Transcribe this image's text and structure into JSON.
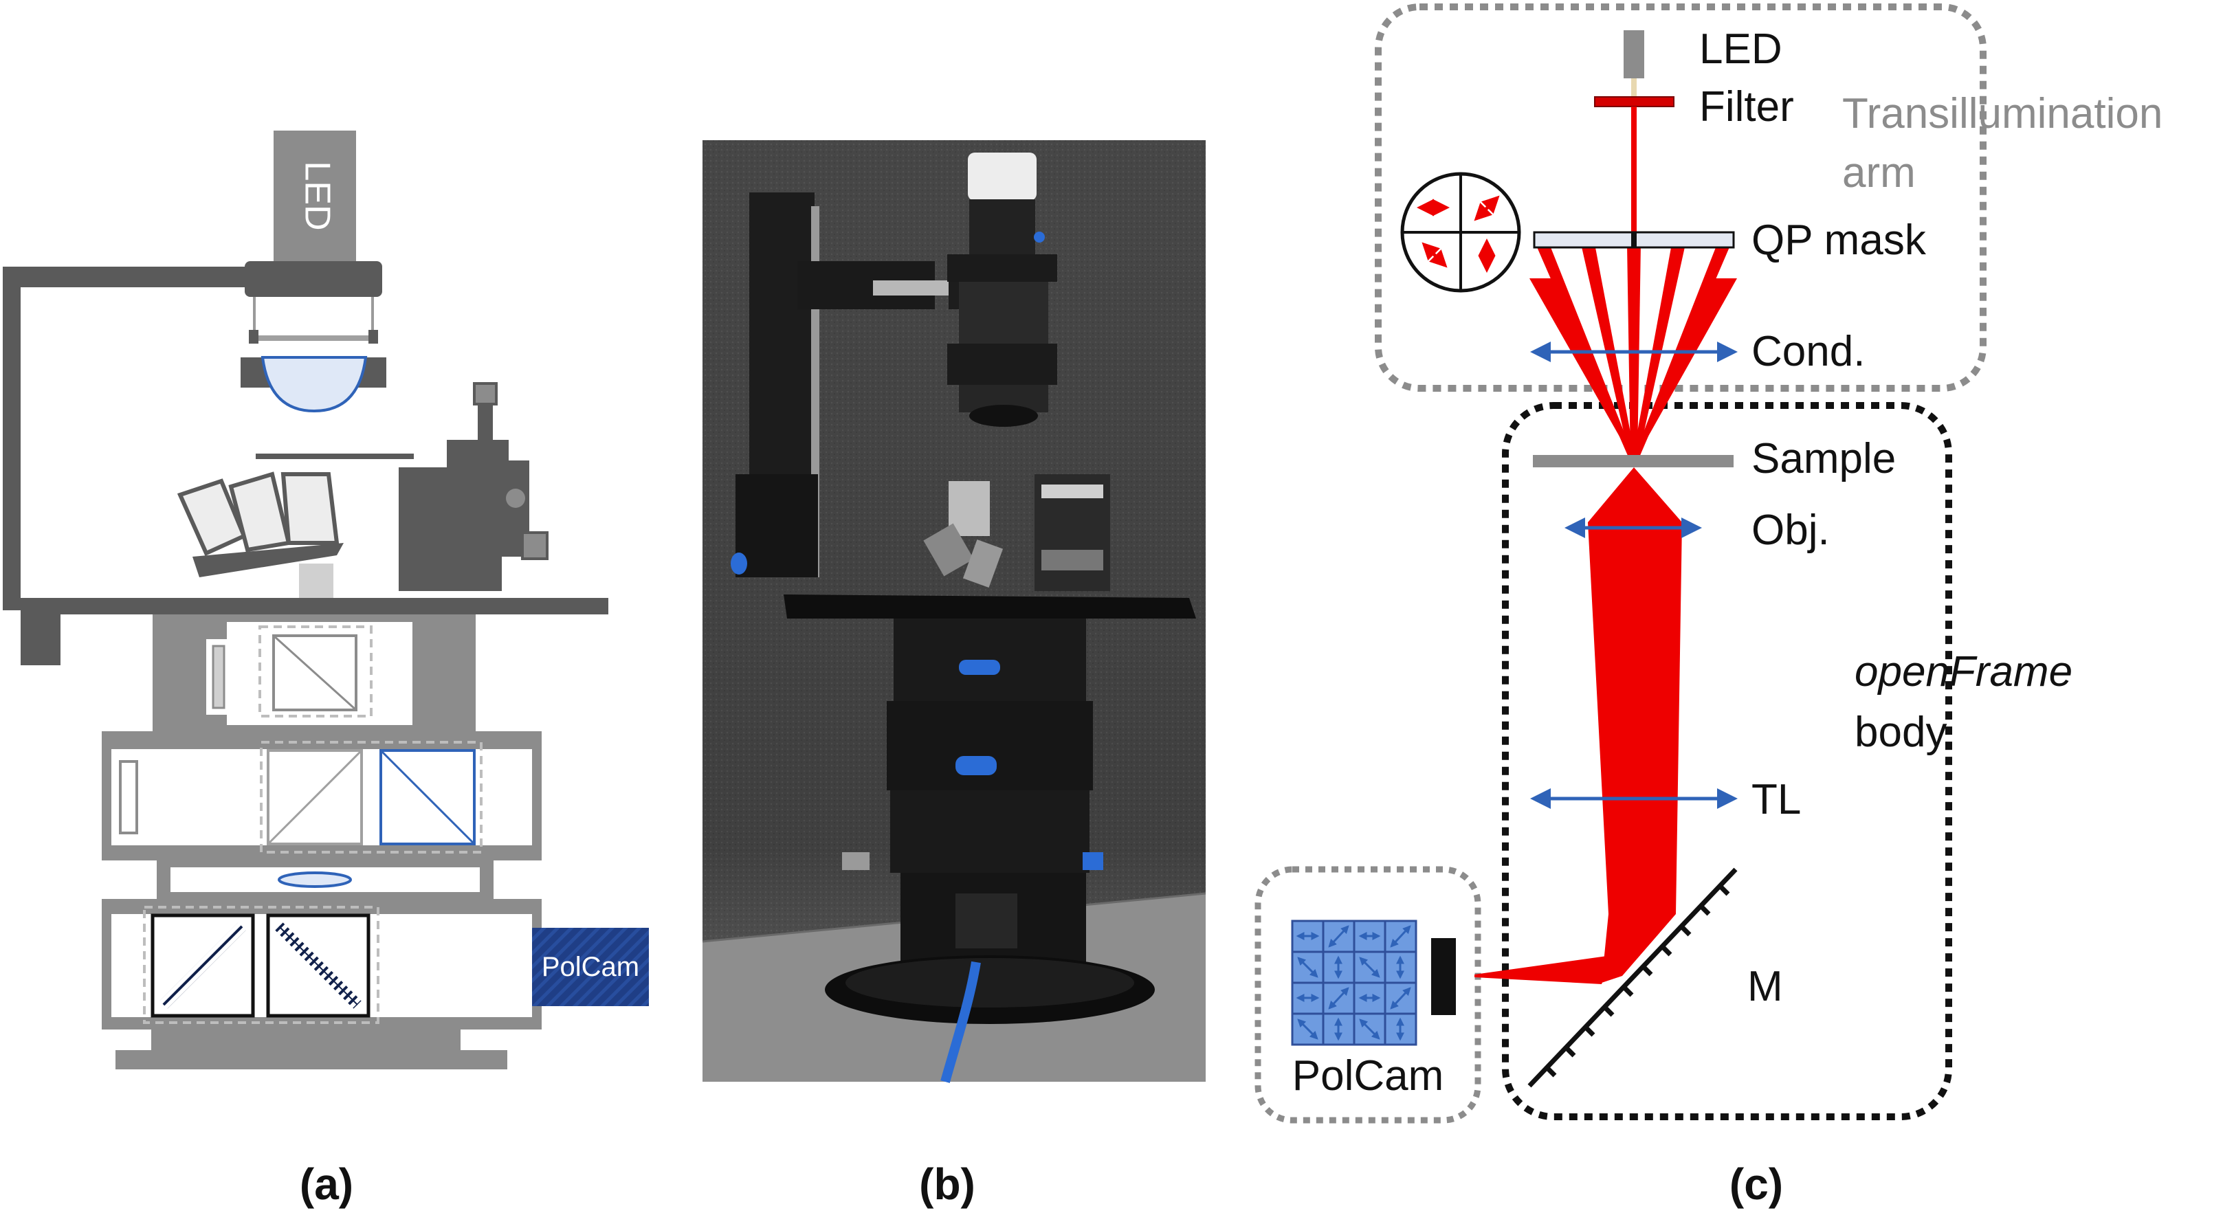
{
  "panels": {
    "a": {
      "caption": "(a)",
      "led_label": "LED",
      "camera_label": "PolCam"
    },
    "b": {
      "caption": "(b)"
    },
    "c": {
      "caption": "(c)",
      "labels": {
        "led": "LED",
        "filter": "Filter",
        "transillumination": "Transillumination",
        "arm": "arm",
        "qp_mask": "QP mask",
        "cond": "Cond.",
        "sample": "Sample",
        "obj": "Obj.",
        "openframe": "openFrame",
        "body": "body",
        "tl": "TL",
        "m": "M",
        "polcam": "PolCam"
      }
    }
  },
  "colors": {
    "beam": "#ee0000",
    "lens": "#2f63b8",
    "dark_grey": "#5a5a5a",
    "mid_grey": "#8c8c8c",
    "light_grey": "#d0d0d0",
    "camera_blue": "#1f3e86",
    "pixel_blue": "#6e9be0"
  }
}
